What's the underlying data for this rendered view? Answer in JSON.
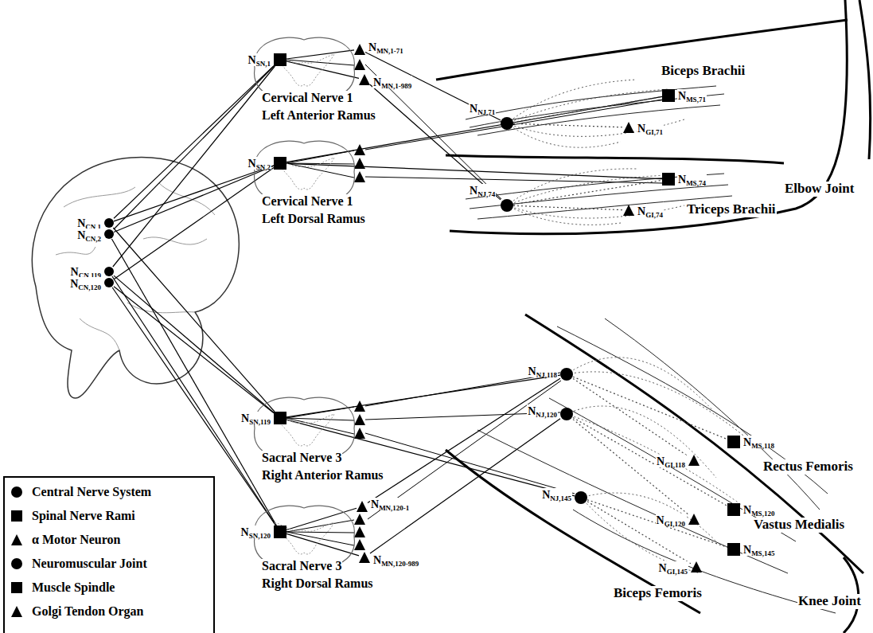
{
  "diagram": {
    "nodes": [
      {
        "text": [
          "N",
          "CN,1"
        ]
      },
      {
        "text": [
          "N",
          "CN,2"
        ]
      },
      {
        "text": [
          "N",
          "CN,119"
        ]
      },
      {
        "text": [
          "N",
          "CN,120"
        ]
      },
      {
        "text": [
          "Cervical Nerve 1",
          "Left Anterior Ramus"
        ]
      },
      {
        "text": [
          "N",
          "SN,1"
        ],
        "in": 4
      },
      {
        "text": [
          "N",
          "MN,1-71"
        ],
        "in": 4
      },
      {
        "text": [
          "N",
          "MN,1-989"
        ],
        "in": 4
      },
      {
        "text": [
          "Cervical Nerve 1",
          "Left Dorsal Ramus"
        ]
      },
      {
        "text": [
          "N",
          "SN,2"
        ],
        "in": 8
      },
      {
        "text": [
          "Sacral Nerve 3",
          "Right Anterior Ramus"
        ]
      },
      {
        "text": [
          "N",
          "SN,119"
        ],
        "in": 10
      },
      {
        "text": [
          "Sacral Nerve 3",
          "Right Dorsal Ramus"
        ]
      },
      {
        "text": [
          "N",
          "SN,120"
        ],
        "in": 12
      },
      {
        "text": [
          "N",
          "MN,120-1"
        ],
        "in": 12
      },
      {
        "text": [
          "N",
          "MN,120-989"
        ],
        "in": 12
      },
      {
        "text": [
          "N",
          "NJ,71"
        ]
      },
      {
        "text": [
          "N",
          "MS,71"
        ]
      },
      {
        "text": [
          "N",
          "GI,71"
        ]
      },
      {
        "text": [
          "N",
          "NJ,74"
        ]
      },
      {
        "text": [
          "N",
          "MS,74"
        ]
      },
      {
        "text": [
          "N",
          "GI,74"
        ]
      },
      {
        "text": [
          "N",
          "NJ,118"
        ]
      },
      {
        "text": [
          "N",
          "NJ,120"
        ]
      },
      {
        "text": [
          "N",
          "NJ,145"
        ]
      },
      {
        "text": [
          "N",
          "MS,118"
        ]
      },
      {
        "text": [
          "N",
          "GI,118"
        ]
      },
      {
        "text": [
          "N",
          "MS,120"
        ]
      },
      {
        "text": [
          "N",
          "GI,120"
        ]
      },
      {
        "text": [
          "N",
          "MS,145"
        ]
      },
      {
        "text": [
          "N",
          "GI,145"
        ]
      }
    ],
    "edges": [
      {
        "from": 0,
        "to": 5,
        "arrow": "none"
      },
      {
        "from": 0,
        "to": 9,
        "arrow": "none"
      },
      {
        "from": 1,
        "to": 5,
        "arrow": "none"
      },
      {
        "from": 1,
        "to": 9,
        "arrow": "none"
      },
      {
        "from": 2,
        "to": 11,
        "arrow": "none"
      },
      {
        "from": 2,
        "to": 13,
        "arrow": "none"
      },
      {
        "from": 3,
        "to": 11,
        "arrow": "none"
      },
      {
        "from": 3,
        "to": 13,
        "arrow": "none"
      },
      {
        "from": 0,
        "to": 11,
        "arrow": "none"
      },
      {
        "from": 1,
        "to": 13,
        "arrow": "none"
      },
      {
        "from": 2,
        "to": 5,
        "arrow": "none"
      },
      {
        "from": 3,
        "to": 9,
        "arrow": "none"
      },
      {
        "from": 5,
        "to": 6,
        "arrow": "none"
      },
      {
        "from": 5,
        "to": 7,
        "arrow": "none"
      },
      {
        "from": 13,
        "to": 14,
        "arrow": "none"
      },
      {
        "from": 13,
        "to": 15,
        "arrow": "none"
      },
      {
        "from": 6,
        "to": 16,
        "arrow": "none"
      },
      {
        "from": 7,
        "to": 19,
        "arrow": "none"
      },
      {
        "from": 14,
        "to": 22,
        "arrow": "none"
      },
      {
        "from": 15,
        "to": 23,
        "arrow": "none"
      },
      {
        "from": 9,
        "to": 17,
        "arrow": "none"
      },
      {
        "from": 9,
        "to": 20,
        "arrow": "none"
      },
      {
        "from": 11,
        "to": 22,
        "arrow": "none"
      },
      {
        "from": 11,
        "to": 24,
        "arrow": "none"
      },
      {
        "from": 16,
        "to": 17,
        "arrow": "none"
      },
      {
        "from": 16,
        "to": 18,
        "arrow": "none"
      },
      {
        "from": 19,
        "to": 20,
        "arrow": "none"
      },
      {
        "from": 19,
        "to": 21,
        "arrow": "none"
      },
      {
        "from": 22,
        "to": 25,
        "arrow": "none"
      },
      {
        "from": 22,
        "to": 26,
        "arrow": "none"
      },
      {
        "from": 23,
        "to": 27,
        "arrow": "none"
      },
      {
        "from": 23,
        "to": 28,
        "arrow": "none"
      },
      {
        "from": 24,
        "to": 29,
        "arrow": "none"
      },
      {
        "from": 24,
        "to": 30,
        "arrow": "none"
      }
    ],
    "labels": [
      "Biceps Brachii",
      "Elbow Joint",
      "Triceps Brachii",
      "Rectus Femoris",
      "Vastus Medialis",
      "Biceps Femoris",
      "Knee Joint"
    ],
    "legend": [
      {
        "text": "Central Nerve System"
      },
      {
        "text": "Spinal Nerve Rami"
      },
      {
        "text": "α Motor Neuron"
      },
      {
        "text": "Neuromuscular Joint"
      },
      {
        "text": "Muscle Spindle"
      },
      {
        "text": "Golgi Tendon Organ"
      }
    ]
  }
}
